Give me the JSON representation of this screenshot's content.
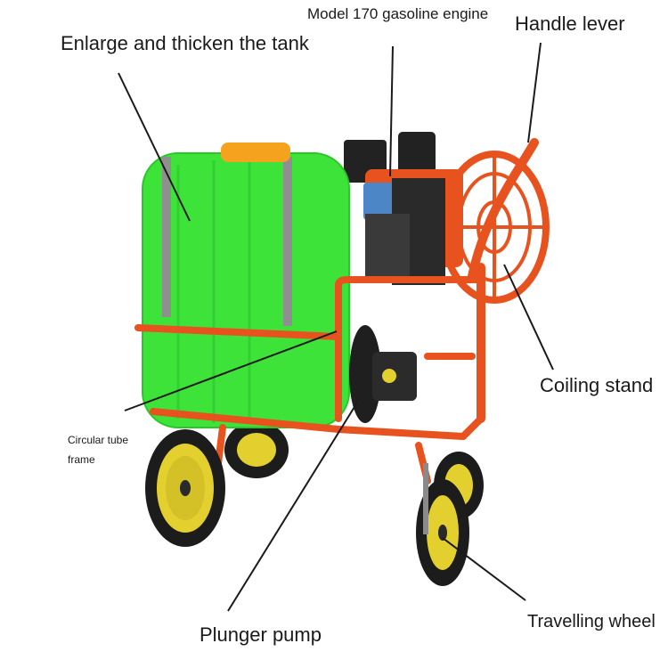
{
  "labels": {
    "tank": "Enlarge and thicken the tank",
    "engine": "Model 170 gasoline engine",
    "handle": "Handle lever",
    "coiling": "Coiling stand",
    "frame": "Circular tube frame",
    "pump": "Plunger pump",
    "wheel": "Travelling wheel"
  },
  "colors": {
    "tank": "#3ee33a",
    "frame": "#e8521e",
    "tire": "#1c1c1c",
    "rim": "#e3cf2e",
    "engine": "#222222",
    "cap": "#f5a21e"
  }
}
